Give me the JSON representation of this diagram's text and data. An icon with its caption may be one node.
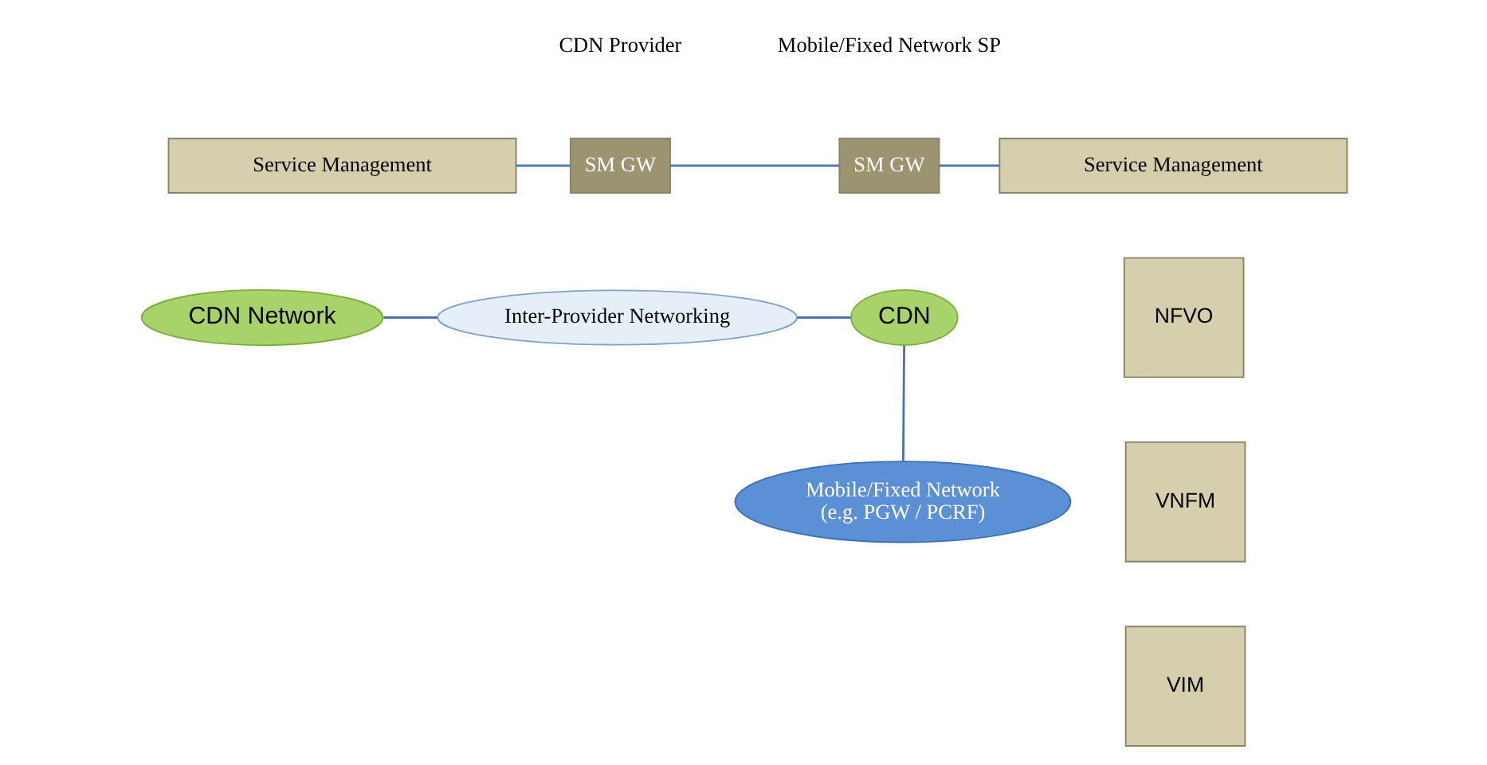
{
  "diagram": {
    "nodes": [
      {
        "text": [
          "Service Management"
        ]
      },
      {
        "text": [
          "SM GW"
        ]
      },
      {
        "text": [
          "SM GW"
        ]
      },
      {
        "text": [
          "Service Management"
        ]
      },
      {
        "text": [
          "CDN Network"
        ]
      },
      {
        "text": [
          "Inter-Provider Networking"
        ]
      },
      {
        "text": [
          "CDN"
        ]
      },
      {
        "text": [
          "Mobile/Fixed Network",
          "(e.g. PGW / PCRF)"
        ]
      },
      {
        "text": [
          "NFVO"
        ]
      },
      {
        "text": [
          "VNFM"
        ]
      },
      {
        "text": [
          "VIM"
        ]
      }
    ],
    "edges": [
      {
        "from": 0,
        "to": 1,
        "arrow": "none"
      },
      {
        "from": 1,
        "to": 2,
        "arrow": "none"
      },
      {
        "from": 2,
        "to": 3,
        "arrow": "none"
      },
      {
        "from": 4,
        "to": 5,
        "arrow": "none"
      },
      {
        "from": 5,
        "to": 6,
        "arrow": "none"
      },
      {
        "from": 6,
        "to": 7,
        "arrow": "none"
      }
    ],
    "labels": [
      "CDN Provider",
      "Mobile/Fixed Network SP"
    ]
  }
}
